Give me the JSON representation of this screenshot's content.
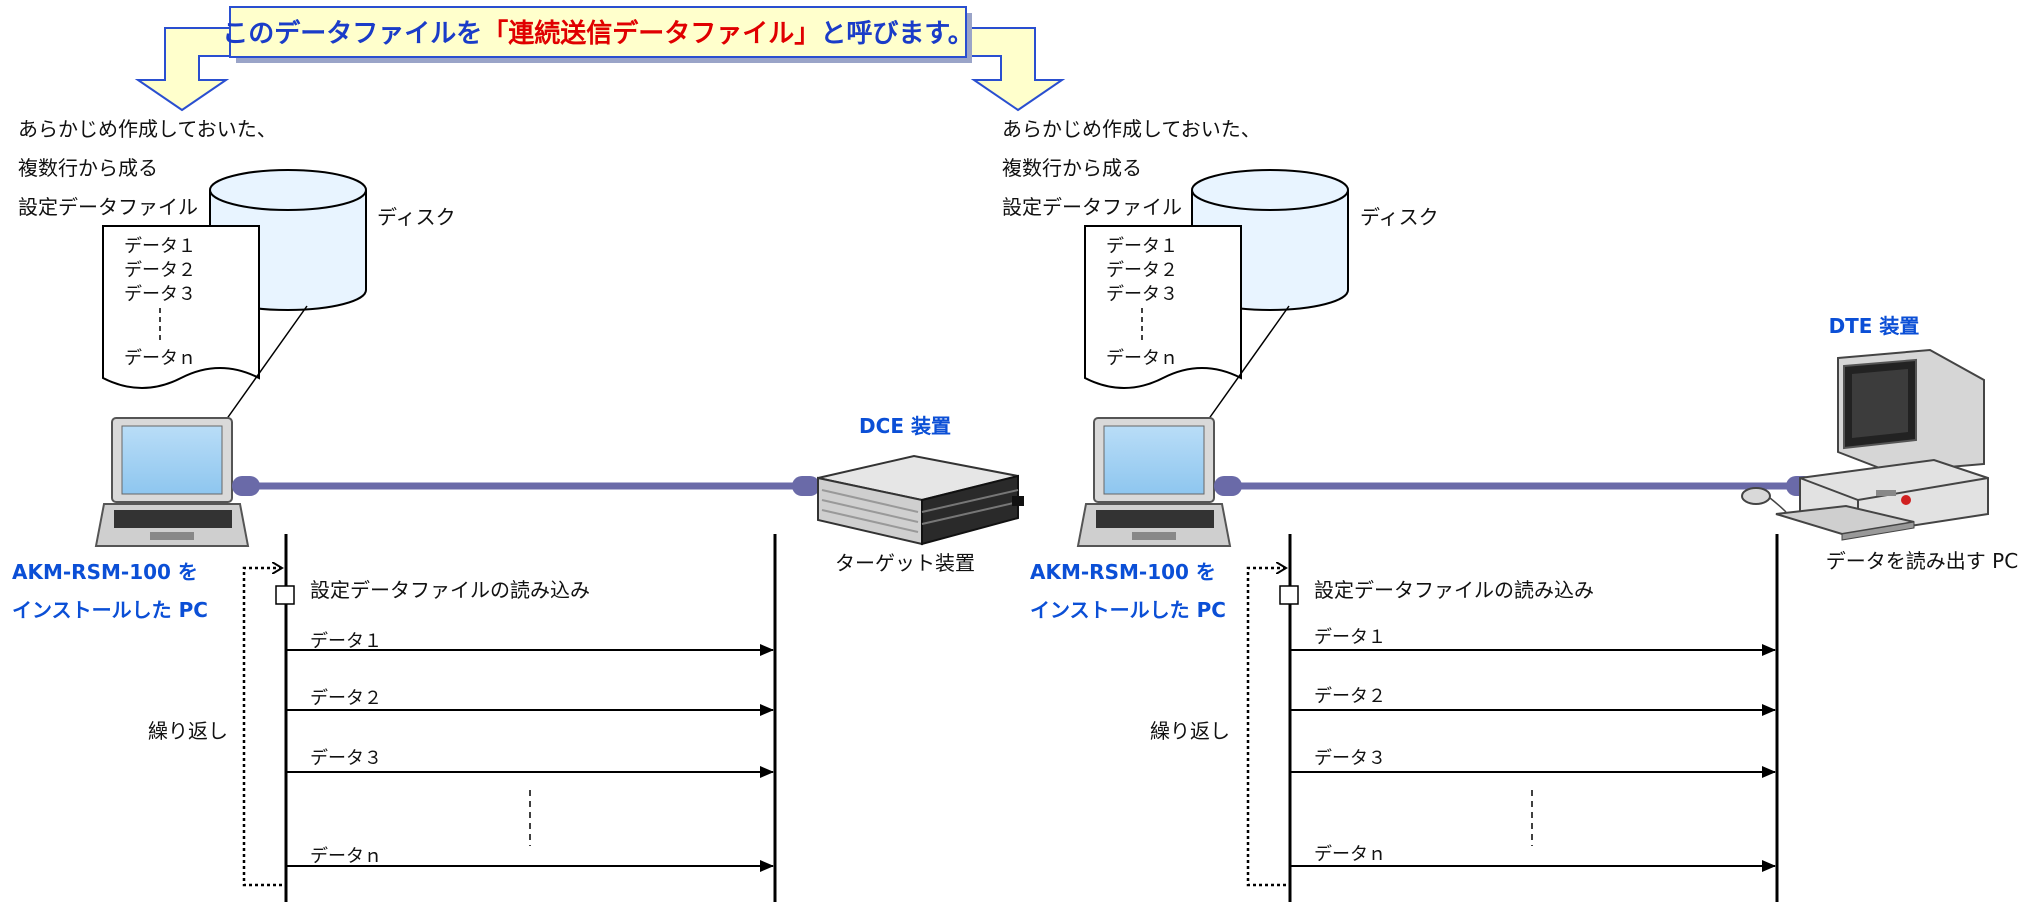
{
  "banner": {
    "prefix": "このデータファイルを",
    "highlight": "「連続送信データファイル」",
    "suffix": "と呼びます。"
  },
  "panels": [
    {
      "file_desc": [
        "あらかじめ作成しておいた、",
        "複数行から成る",
        "設定データファイル"
      ],
      "disk_label": "ディスク",
      "file_lines": [
        "データ１",
        "データ２",
        "データ３"
      ],
      "file_last": "データｎ",
      "device_title": "DCE 装置",
      "device_caption": "ターゲット装置",
      "pc_label": [
        "AKM-RSM-100 を",
        "インストールした PC"
      ],
      "read_step": "設定データファイルの読み込み",
      "loop_label": "繰り返し",
      "messages": [
        "データ１",
        "データ２",
        "データ３",
        "データｎ"
      ]
    },
    {
      "file_desc": [
        "あらかじめ作成しておいた、",
        "複数行から成る",
        "設定データファイル"
      ],
      "disk_label": "ディスク",
      "file_lines": [
        "データ１",
        "データ２",
        "データ３"
      ],
      "file_last": "データｎ",
      "device_title": "DTE 装置",
      "device_caption": "データを読み出す PC",
      "pc_label": [
        "AKM-RSM-100 を",
        "インストールした PC"
      ],
      "read_step": "設定データファイルの読み込み",
      "loop_label": "繰り返し",
      "messages": [
        "データ１",
        "データ２",
        "データ３",
        "データｎ"
      ]
    }
  ],
  "colors": {
    "banner_bg": "#ffffcc",
    "banner_border": "#2a4fd0",
    "arrow_fill": "#ffffcc",
    "arrow_border": "#2a4fd0",
    "cable": "#6a6aa8",
    "disk_fill": "#e8f4ff",
    "blue_text": "#0b4fd6",
    "red_text": "#e00000"
  }
}
